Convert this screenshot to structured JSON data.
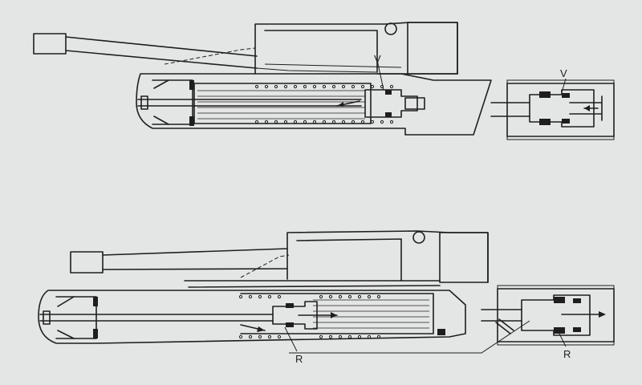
{
  "colors": {
    "paper": "#e4e6e5",
    "ink": "#1e1e1e"
  },
  "diagram": {
    "top": {
      "label_valve": "V",
      "detail": {
        "label_valve": "V"
      }
    },
    "bottom": {
      "label_recuperator": "R",
      "detail": {
        "label_recuperator": "R"
      }
    }
  }
}
